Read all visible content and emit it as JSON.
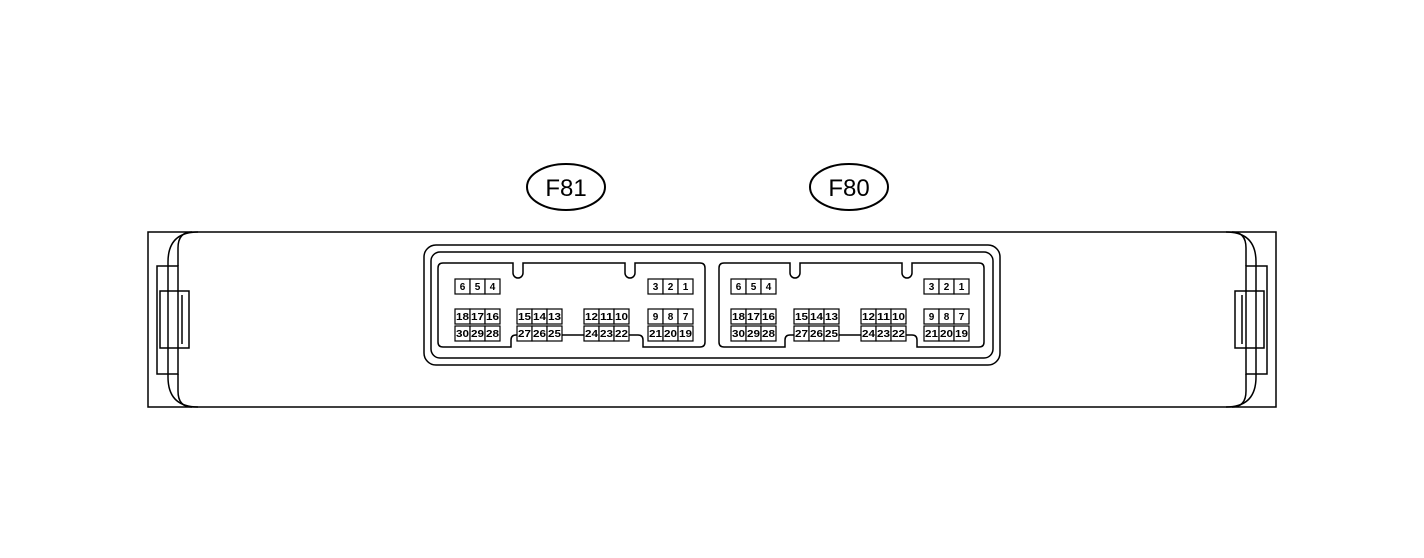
{
  "connectors": [
    {
      "label": "F81",
      "rows": [
        {
          "groups": [
            [
              "6",
              "5",
              "4"
            ],
            [
              "3",
              "2",
              "1"
            ]
          ]
        },
        {
          "groups": [
            [
              "18",
              "17",
              "16"
            ],
            [
              "15",
              "14",
              "13"
            ],
            [
              "12",
              "11",
              "10"
            ],
            [
              "9",
              "8",
              "7"
            ]
          ]
        },
        {
          "groups": [
            [
              "30",
              "29",
              "28"
            ],
            [
              "27",
              "26",
              "25"
            ],
            [
              "24",
              "23",
              "22"
            ],
            [
              "21",
              "20",
              "19"
            ]
          ]
        }
      ]
    },
    {
      "label": "F80",
      "rows": [
        {
          "groups": [
            [
              "6",
              "5",
              "4"
            ],
            [
              "3",
              "2",
              "1"
            ]
          ]
        },
        {
          "groups": [
            [
              "18",
              "17",
              "16"
            ],
            [
              "15",
              "14",
              "13"
            ],
            [
              "12",
              "11",
              "10"
            ],
            [
              "9",
              "8",
              "7"
            ]
          ]
        },
        {
          "groups": [
            [
              "30",
              "29",
              "28"
            ],
            [
              "27",
              "26",
              "25"
            ],
            [
              "24",
              "23",
              "22"
            ],
            [
              "21",
              "20",
              "19"
            ]
          ]
        }
      ]
    }
  ]
}
